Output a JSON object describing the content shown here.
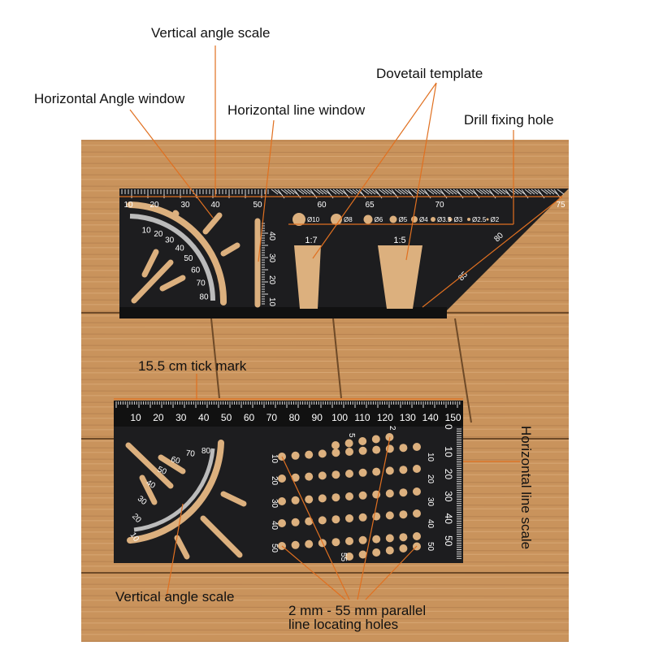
{
  "colors": {
    "wood": "#c9935c",
    "wood_light": "#dcb07e",
    "tool": "#1d1d1f",
    "leader": "#e07020",
    "scale_text": "#ffffff"
  },
  "annotations": {
    "vertical_angle_scale_top": "Vertical angle scale",
    "dovetail_template": "Dovetail template",
    "horizontal_angle_window": "Horizontal Angle window",
    "horizontal_line_window": "Horizontal line window",
    "drill_fixing_hole": "Drill fixing hole",
    "tick_mark": "15.5 cm tick mark",
    "horizontal_line_scale": "Horizontal line scale",
    "vertical_angle_scale_bottom": "Vertical angle scale",
    "parallel_holes_line1": "2 mm - 55 mm parallel",
    "parallel_holes_line2": "line locating holes"
  },
  "upper_tool": {
    "top_scale": [
      "10",
      "20",
      "30",
      "40",
      "50",
      "60",
      "65",
      "70",
      "75"
    ],
    "diagonal_scale": [
      "80",
      "85"
    ],
    "protractor_scale": [
      "80",
      "70",
      "60",
      "50",
      "40",
      "30",
      "20",
      "10"
    ],
    "vertical_scale": [
      "40",
      "30",
      "20",
      "10"
    ],
    "drill_holes": [
      "Ø10",
      "Ø8",
      "Ø6",
      "Ø5",
      "Ø4",
      "Ø3.5",
      "Ø3",
      "Ø2.5",
      "Ø2"
    ],
    "dovetail_ratios": [
      "1:7",
      "1:5"
    ]
  },
  "lower_tool": {
    "top_scale": [
      "10",
      "20",
      "30",
      "40",
      "50",
      "60",
      "70",
      "80",
      "90",
      "100",
      "110",
      "120",
      "130",
      "140",
      "150"
    ],
    "right_scale": [
      "0",
      "10",
      "20",
      "30",
      "40",
      "50"
    ],
    "protractor_scale": [
      "10",
      "20",
      "30",
      "40",
      "50",
      "60",
      "70",
      "80"
    ],
    "hole_row_labels": [
      "10",
      "20",
      "30",
      "40",
      "50"
    ],
    "hole_extra_labels": [
      "5",
      "2",
      "55"
    ]
  }
}
